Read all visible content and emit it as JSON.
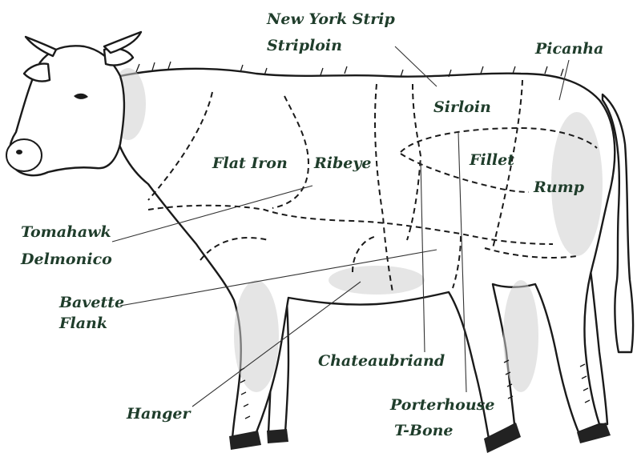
{
  "labels": {
    "new_york_strip": "New York Strip",
    "striploin": "Striploin",
    "picanha": "Picanha",
    "sirloin": "Sirloin",
    "flat_iron": "Flat Iron",
    "ribeye": "Ribeye",
    "fillet": "Fillet",
    "rump": "Rump",
    "tomahawk": "Tomahawk",
    "delmonico": "Delmonico",
    "bavette": "Bavette",
    "flank": "Flank",
    "chateaubriand": "Chateaubriand",
    "hanger": "Hanger",
    "porterhouse": "Porterhouse",
    "t_bone": "T-Bone"
  },
  "colors": {
    "label_text": "#1f3d2b",
    "outline": "#1a1a1a"
  }
}
